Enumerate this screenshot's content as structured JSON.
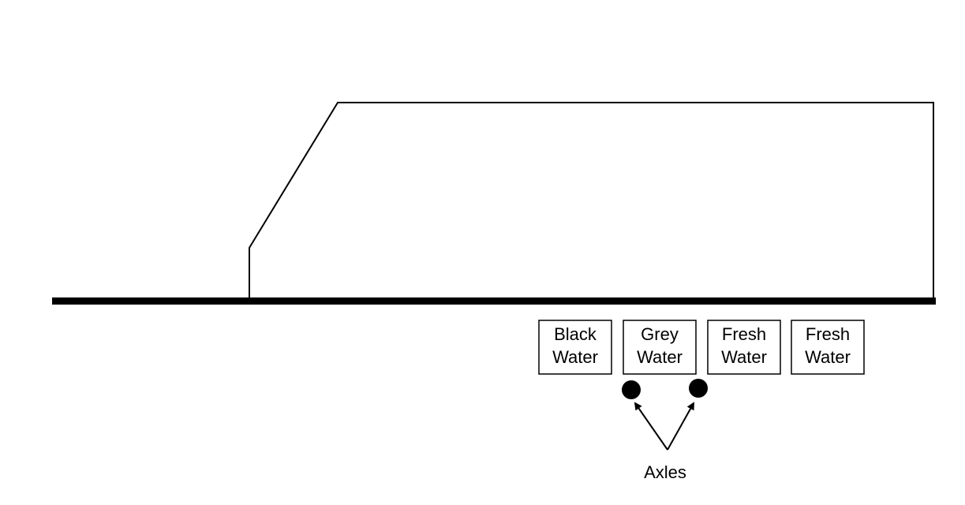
{
  "diagram": {
    "tanks": [
      {
        "line1": "Black",
        "line2": "Water"
      },
      {
        "line1": "Grey",
        "line2": "Water"
      },
      {
        "line1": "Fresh",
        "line2": "Water"
      },
      {
        "line1": "Fresh",
        "line2": "Water"
      }
    ],
    "axles_label": "Axles",
    "colors": {
      "stroke": "#000000",
      "background": "#ffffff"
    }
  }
}
